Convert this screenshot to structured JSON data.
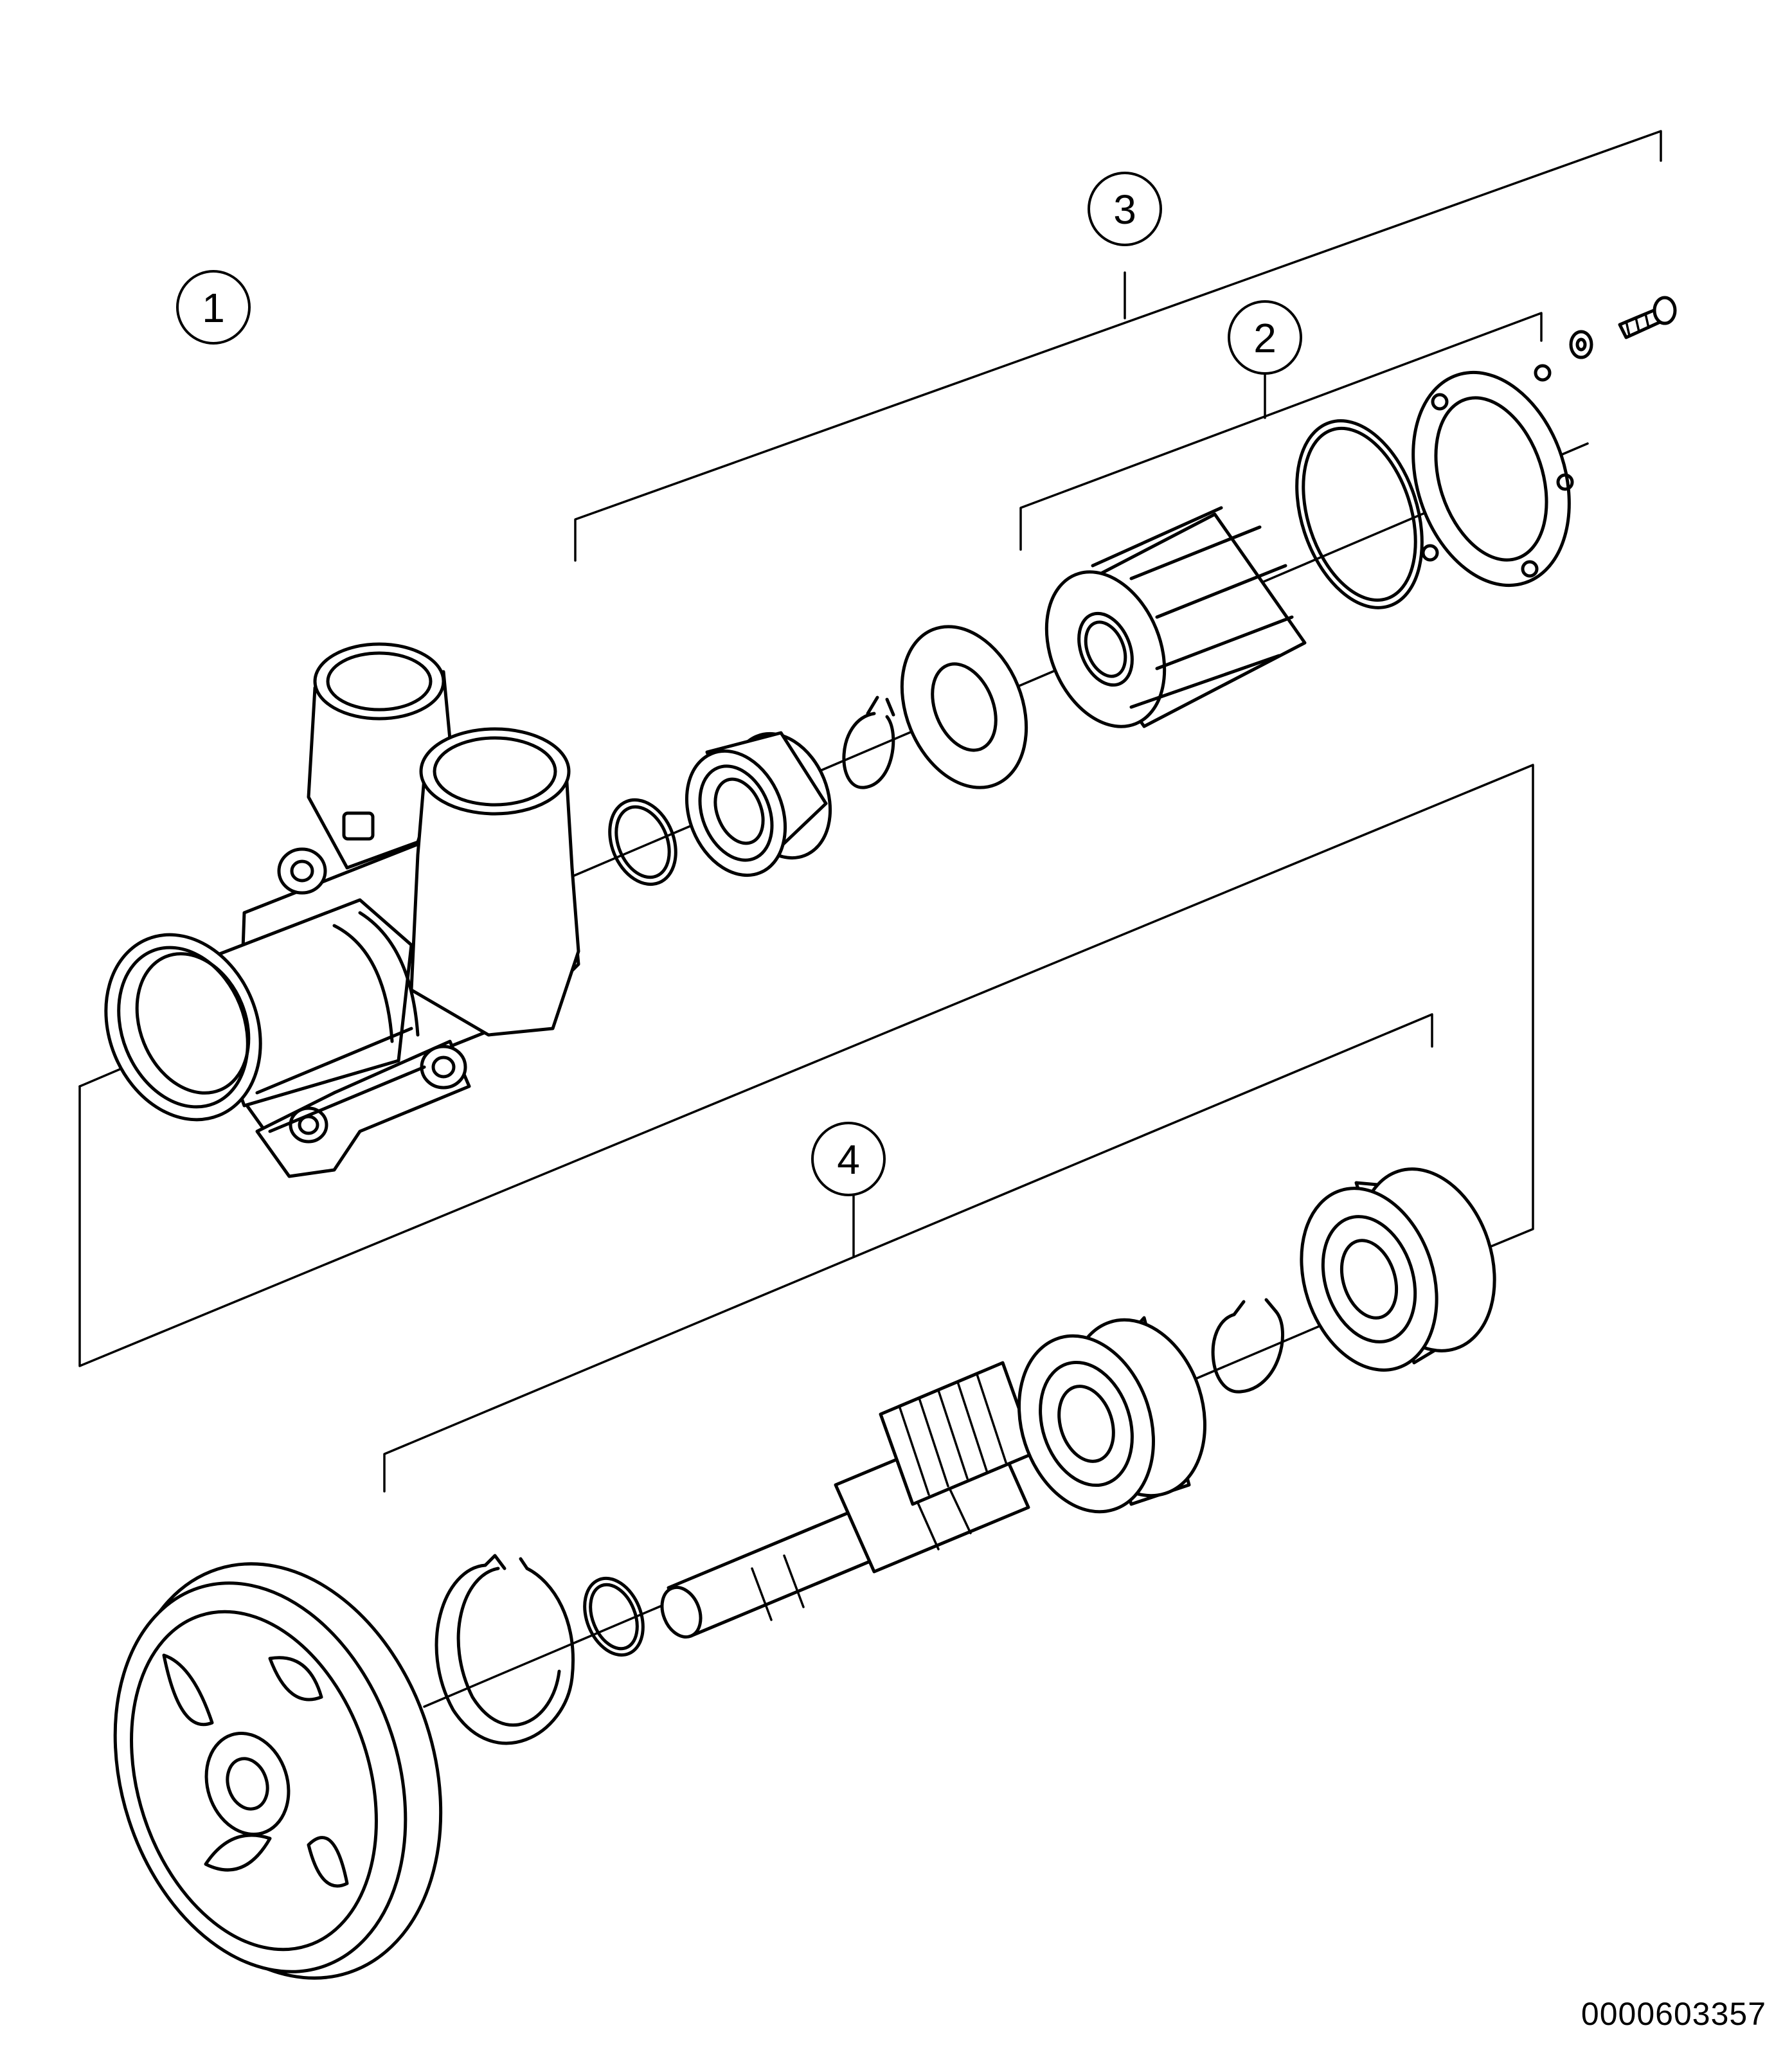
{
  "callouts": [
    "1",
    "2",
    "3",
    "4"
  ],
  "document_number": "0000603357"
}
